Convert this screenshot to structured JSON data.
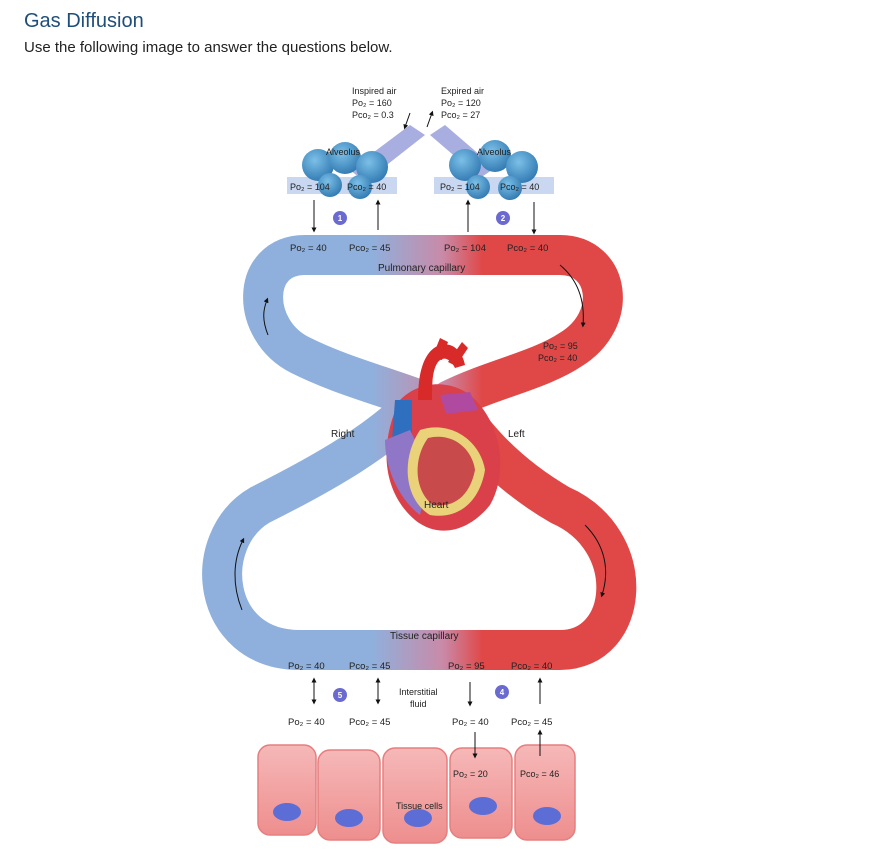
{
  "header": {
    "title": "Gas Diffusion",
    "instruction": "Use the following image to answer the questions below."
  },
  "diagram": {
    "inspired": {
      "title": "Inspired air",
      "po2": "Po₂ = 160",
      "pco2": "Pco₂ = 0.3"
    },
    "expired": {
      "title": "Expired air",
      "po2": "Po₂ = 120",
      "pco2": "Pco₂ = 27"
    },
    "alveolus_label": "Alveolus",
    "alveolus_left": {
      "po2": "Po₂ = 104",
      "pco2": "Pco₂ = 40"
    },
    "alveolus_right": {
      "po2": "Po₂ = 104",
      "pco2": "Pco₂ = 40"
    },
    "pulm_left": {
      "po2": "Po₂ = 40",
      "pco2": "Pco₂ = 45"
    },
    "pulm_right": {
      "po2": "Po₂ = 104",
      "pco2": "Pco₂ = 40"
    },
    "pulmonary_capillary": "Pulmonary capillary",
    "systemic_arterial": {
      "po2": "Po₂ = 95",
      "pco2": "Pco₂ = 40"
    },
    "side_right": "Right",
    "side_left": "Left",
    "heart": "Heart",
    "tissue_capillary": "Tissue capillary",
    "tc_left": {
      "po2": "Po₂ = 40",
      "pco2": "Pco₂ = 45"
    },
    "tc_right": {
      "po2": "Po₂ = 95",
      "pco2": "Pco₂ = 40"
    },
    "interstitial_fluid": [
      "Interstitial",
      "fluid"
    ],
    "if_left": {
      "po2": "Po₂ = 40",
      "pco2": "Pco₂ = 45"
    },
    "if_right": {
      "po2": "Po₂ = 40",
      "pco2": "Pco₂ = 45"
    },
    "cells": {
      "po2": "Po₂ = 20",
      "pco2": "Pco₂ = 46"
    },
    "tissue_cells": "Tissue cells",
    "markers": [
      "1",
      "2",
      "4",
      "5"
    ]
  },
  "colors": {
    "deoxygenated": "#8fb0dc",
    "oxygenated": "#e04848",
    "alveolus": "#3f8fc4",
    "tissue_cell": "#f2a3a3",
    "nucleus": "#5c6ed6",
    "marker": "#6a6ad0",
    "title": "#1f4e79"
  }
}
